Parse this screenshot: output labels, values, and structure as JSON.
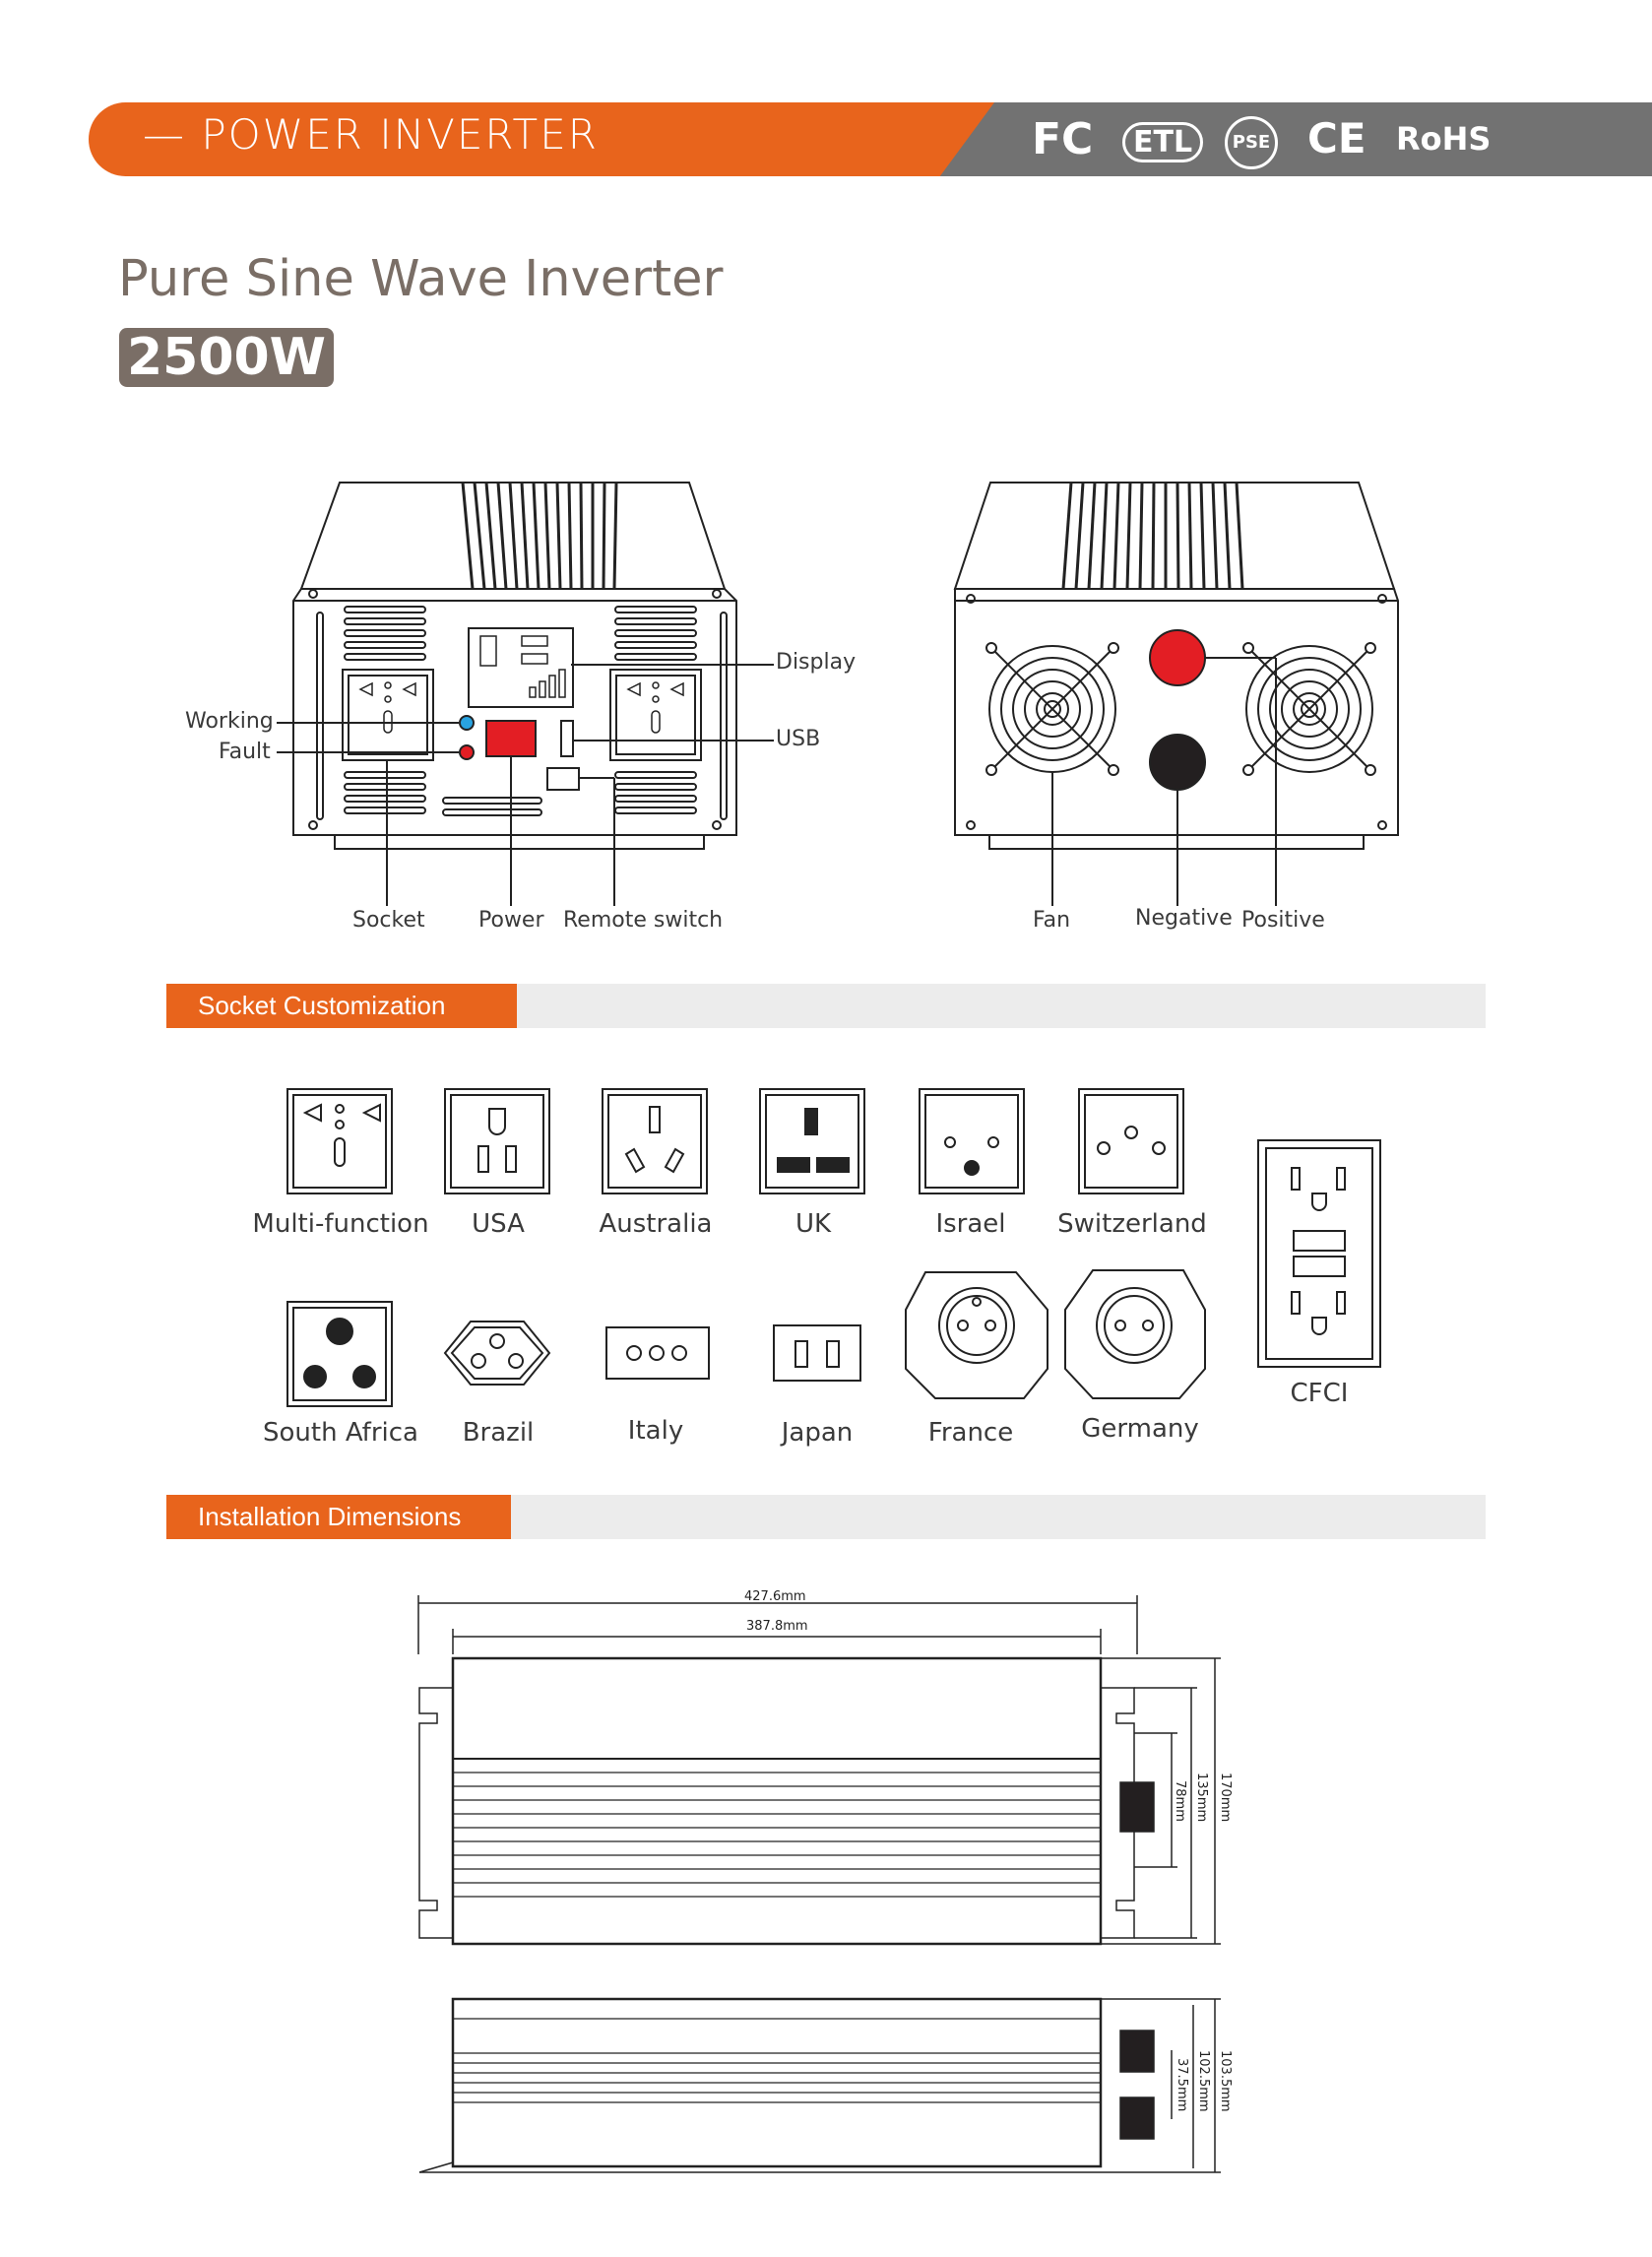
{
  "header": {
    "banner_title": "— POWER INVERTER",
    "certifications": [
      "FC",
      "ETL",
      "PSE",
      "CE",
      "RoHS"
    ]
  },
  "product": {
    "title": "Pure Sine Wave Inverter",
    "power": "2500W"
  },
  "front_labels": {
    "display": "Display",
    "usb": "USB",
    "working": "Working",
    "fault": "Fault",
    "socket": "Socket",
    "power": "Power",
    "remote_switch": "Remote switch"
  },
  "rear_labels": {
    "fan": "Fan",
    "negative": "Negative",
    "positive": "Positive"
  },
  "sections": {
    "socket_customization": "Socket Customization",
    "installation_dimensions": "Installation Dimensions"
  },
  "sockets": {
    "multi": "Multi-function",
    "usa": "USA",
    "australia": "Australia",
    "uk": "UK",
    "israel": "Israel",
    "switzerland": "Switzerland",
    "south_africa": "South Africa",
    "brazil": "Brazil",
    "italy": "Italy",
    "japan": "Japan",
    "france": "France",
    "germany": "Germany",
    "cfci": "CFCI"
  },
  "dimensions": {
    "overall_length": "427.6mm",
    "body_length": "387.8mm",
    "width_170": "170mm",
    "width_135": "135mm",
    "width_78": "78mm",
    "height_103": "103.5mm",
    "height_102": "102.5mm",
    "height_37": "37.5mm"
  },
  "colors": {
    "accent": "#e8641c",
    "banner_gray": "#727272",
    "title_brown": "#7a6e66",
    "positive_terminal": "#e31e24",
    "negative_terminal": "#231f20"
  }
}
